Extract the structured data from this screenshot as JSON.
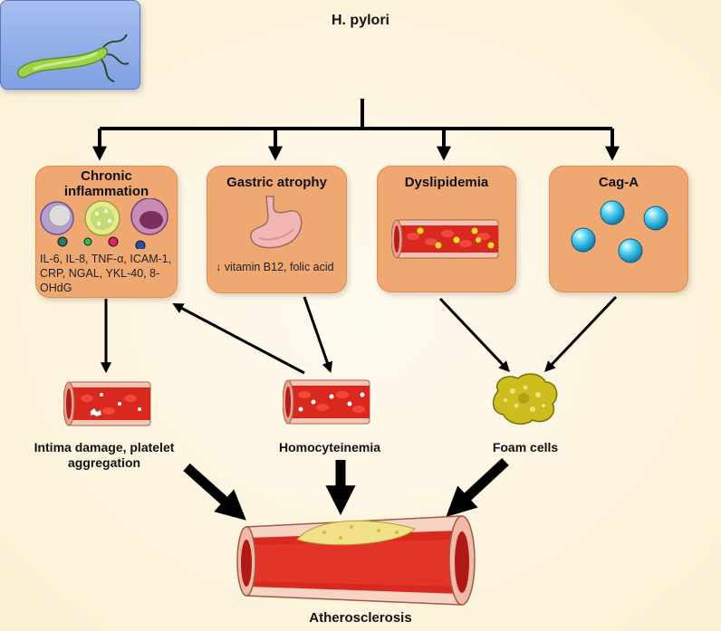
{
  "top": {
    "title": "H. pylori"
  },
  "mechanisms": [
    {
      "title": "Chronic inflammation",
      "text": "IL-6, IL-8, TNF-α, ICAM-1, CRP, NGAL, YKL-40, 8-OHdG"
    },
    {
      "title": "Gastric atrophy",
      "text": "↓ vitamin B12, folic acid"
    },
    {
      "title": "Dyslipidemia"
    },
    {
      "title": "Cag-A"
    }
  ],
  "intermediates": [
    {
      "label": "Intima damage, platelet aggregation"
    },
    {
      "label": "Homocyteinemia"
    },
    {
      "label": "Foam cells"
    }
  ],
  "outcome": {
    "label": "Atherosclerosis"
  },
  "colors": {
    "box_fill": "#f0a872",
    "top_box_fill": "#8eaae6",
    "background": "#fdf4dc",
    "vessel_red": "#e0352b"
  }
}
